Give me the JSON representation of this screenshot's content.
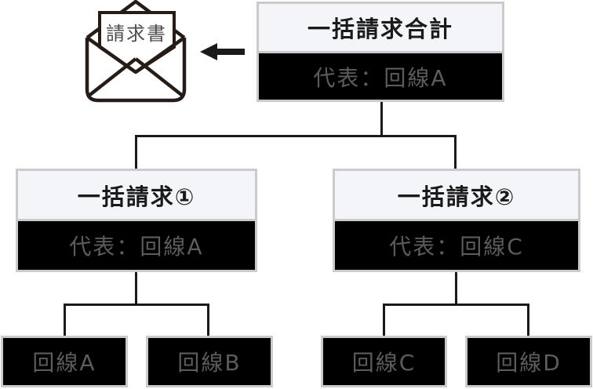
{
  "colors": {
    "page_bg": "#ffffff",
    "box_border": "#cbcbce",
    "header_bg": "#f4f5f8",
    "header_text": "#1a1a1a",
    "body_bg": "#000000",
    "muted_text": "#5c5c5c",
    "line": "#1a1a1a",
    "envelope_stroke": "#251c18",
    "invoice_text": "#4c4c4c"
  },
  "envelope": {
    "label": "請求書"
  },
  "tree": {
    "root": {
      "title": "一括請求合計",
      "subtitle": "代表：回線A"
    },
    "groups": [
      {
        "title": "一括請求①",
        "subtitle": "代表：回線A",
        "children": [
          "回線A",
          "回線B"
        ]
      },
      {
        "title": "一括請求②",
        "subtitle": "代表：回線C",
        "children": [
          "回線C",
          "回線D"
        ]
      }
    ]
  }
}
